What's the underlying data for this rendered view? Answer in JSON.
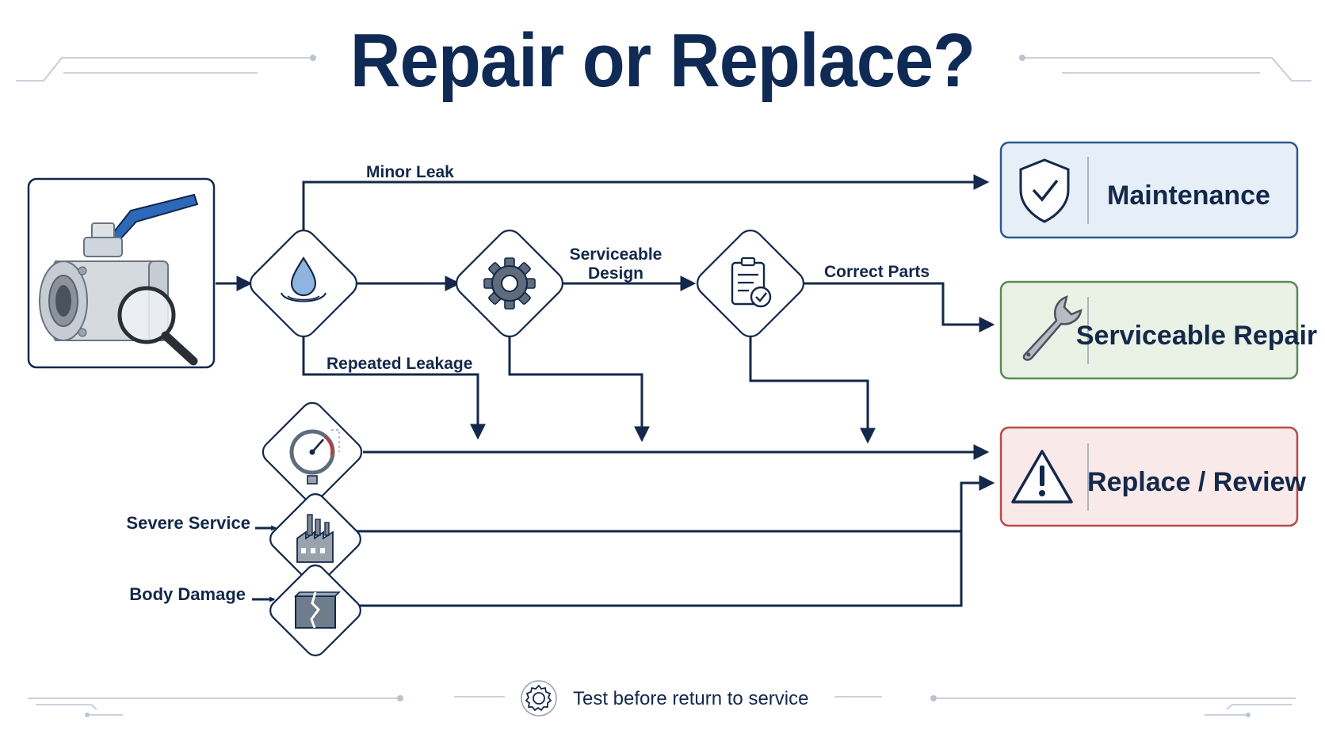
{
  "title": "Repair or Replace?",
  "labels": {
    "minor_leak": "Minor Leak",
    "serviceable_design_1": "Serviceable",
    "serviceable_design_2": "Design",
    "correct_parts": "Correct Parts",
    "repeated_leakage": "Repeated Leakage",
    "severe_service": "Severe Service",
    "body_damage": "Body Damage"
  },
  "outcomes": [
    {
      "label": "Maintenance",
      "icon": "shield-check-icon",
      "fill": "#e6eef8",
      "border": "#2c5a8f"
    },
    {
      "label": "Serviceable Repair",
      "icon": "wrench-icon",
      "fill": "#eaf2e6",
      "border": "#5c8a55"
    },
    {
      "label": "Replace / Review",
      "icon": "warning-icon",
      "fill": "#f9e9e9",
      "border": "#b94a4a"
    }
  ],
  "footer": "Test before return to service",
  "icons": {
    "valve": "ball-valve-inspection-icon",
    "leak": "water-drop-icon",
    "design": "gear-icon",
    "parts": "clipboard-check-icon",
    "pressure": "pressure-gauge-icon",
    "industry": "factory-icon",
    "damage": "cracked-block-icon",
    "footer": "gear-icon"
  },
  "colors": {
    "ink": "#13284a",
    "handle": "#2e68b8",
    "deco": "#b9c3d2"
  }
}
